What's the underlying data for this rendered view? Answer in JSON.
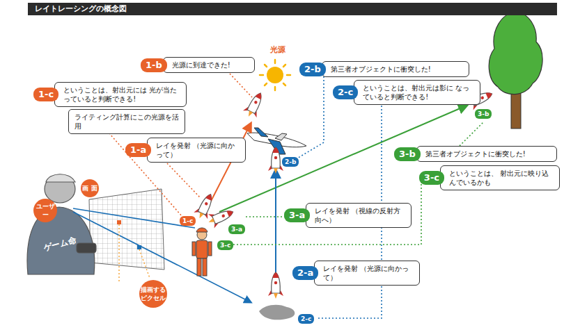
{
  "diagram": {
    "title": "レイトレーシングの概念図",
    "nodes": [
      {
        "text": [
          "1-c",
          "ということは、射出元には 光が当たっていると判断できる!"
        ]
      },
      {
        "text": [
          "ライティング計算にこの光源を活用"
        ]
      },
      {
        "text": [
          "1-b",
          "光源に到達できた!"
        ]
      },
      {
        "text": [
          "1-a",
          "レイを発射 （光源に向かって）"
        ]
      },
      {
        "text": [
          "2-b",
          "第三者オブジェクトに衝突した!"
        ]
      },
      {
        "text": [
          "2-c",
          "ということは、射出元は影に なっていると判断できる!"
        ]
      },
      {
        "text": [
          "3-b",
          "第三者オブジェクトに衝突した!"
        ]
      },
      {
        "text": [
          "3-c",
          "ということは、 射出元に映り込んでいるかも"
        ]
      },
      {
        "text": [
          "3-a",
          "レイを発射 （視線の反射方向へ）"
        ]
      },
      {
        "text": [
          "2-a",
          "レイを発射 （光源に向かって）"
        ]
      }
    ],
    "labels": [
      "光源",
      "ユーザー",
      "画 面",
      "描画する ピクセル",
      "ゲーム命",
      "1-c",
      "3-a",
      "3-c",
      "2-b",
      "3-b",
      "2-c"
    ]
  }
}
